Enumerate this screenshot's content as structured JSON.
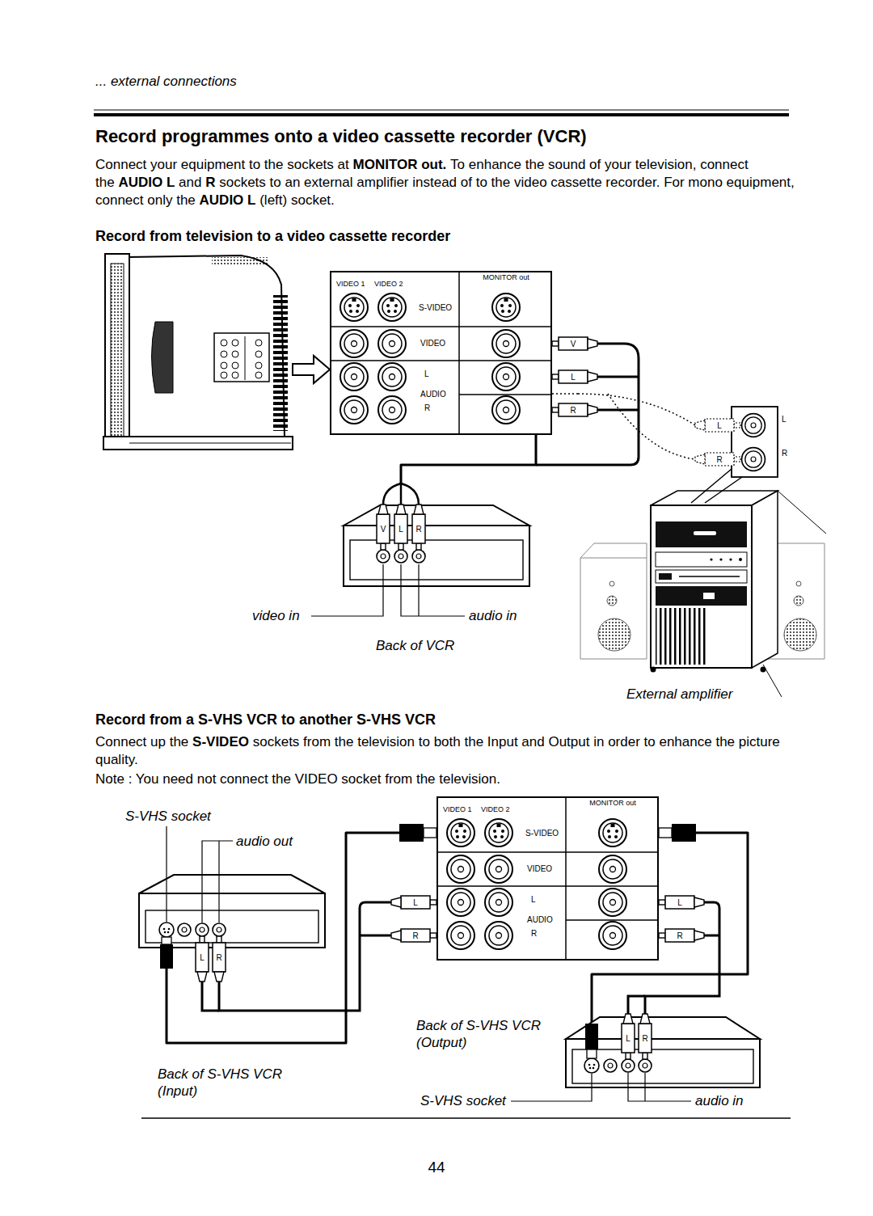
{
  "diagram": {
    "title": "Record programmes onto a video cassette recorder (VCR)",
    "nodes": [
      {
        "text": [
          "VIDEO 1",
          "VIDEO 2",
          "S-VIDEO",
          "VIDEO",
          "L",
          "AUDIO",
          "R",
          "MONITOR out"
        ]
      },
      {
        "text": [
          "Back of VCR"
        ]
      },
      {
        "text": [
          "L",
          "R",
          "External amplifier"
        ]
      },
      {
        "text": [
          "Back of S-VHS VCR (Input)"
        ]
      },
      {
        "text": [
          "VIDEO 1",
          "VIDEO 2",
          "S-VIDEO",
          "VIDEO",
          "L",
          "AUDIO",
          "R",
          "MONITOR out"
        ]
      },
      {
        "text": [
          "Back of S-VHS VCR (Output)"
        ]
      }
    ],
    "edges": [
      {
        "from": 0,
        "to": 1,
        "arrow": "none"
      },
      {
        "from": 0,
        "to": 2,
        "arrow": "none"
      },
      {
        "from": 3,
        "to": 4,
        "arrow": "none"
      },
      {
        "from": 4,
        "to": 5,
        "arrow": "none"
      }
    ],
    "labels": [
      "... external connections",
      "Connect your equipment to the sockets at",
      "MONITOR out.",
      "To enhance the sound of your television, connect the",
      "AUDIO L",
      "and",
      "R",
      "sockets to an external amplifier instead of to the video cassette recorder. For mono equipment, connect only the",
      "AUDIO L",
      "(left) socket.",
      "Record from television to a video cassette recorder",
      "V",
      "L",
      "R",
      "L",
      "R",
      "V",
      "L",
      "R",
      "video in",
      "audio in",
      "Record from a S-VHS VCR to another S-VHS VCR",
      "Connect up the",
      "S-VIDEO",
      "sockets from the television to both the Input and Output in order to enhance the picture quality.",
      "Note : You need not connect the VIDEO socket from the television.",
      "S-VHS socket",
      "audio out",
      "L",
      "R",
      "L",
      "R",
      "L",
      "R",
      "L",
      "R",
      "S-VHS socket",
      "audio in",
      "44"
    ]
  }
}
